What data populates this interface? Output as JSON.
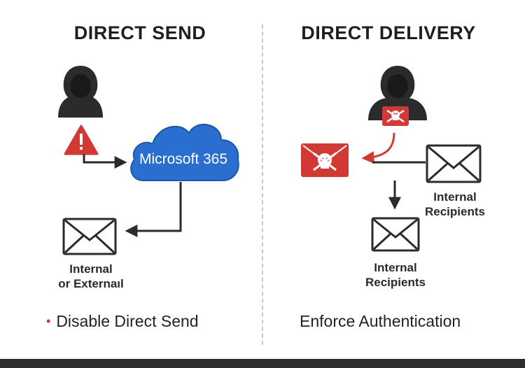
{
  "left_panel": {
    "title": "DIRECT SEND",
    "cloud_label": "Microsoft 365",
    "recipient_line1": "Internal",
    "recipient_line2": "or Externaıl",
    "footer_bullet": "•",
    "footer_text": "Disable Direct Send"
  },
  "right_panel": {
    "title": "DIRECT DELIVERY",
    "recipient_a_line1": "Internal",
    "recipient_a_line2": "Recipients",
    "recipient_b_line1": "Internal",
    "recipient_b_line2": "Recipients",
    "footer_text": "Enforce Authentication"
  },
  "colors": {
    "danger_red": "#d13a34",
    "cloud_blue": "#2a6fd0",
    "ink": "#2b2b2b"
  },
  "icons": [
    "hacker-icon",
    "warning-icon",
    "cloud-icon",
    "envelope-icon",
    "skull-envelope-icon"
  ]
}
